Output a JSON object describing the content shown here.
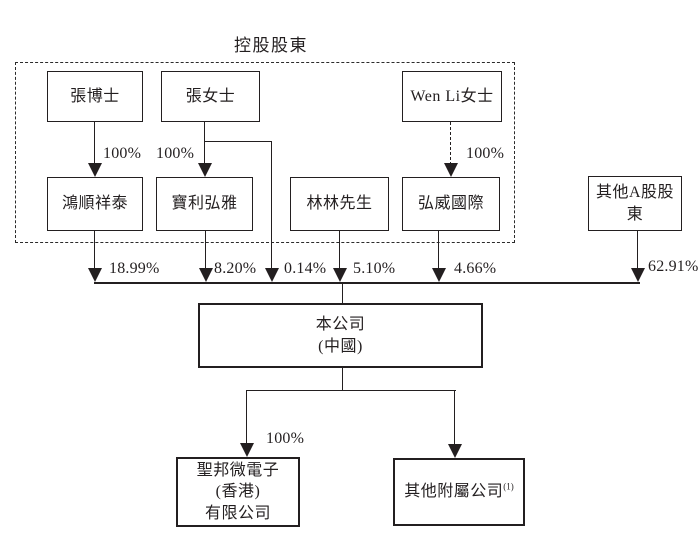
{
  "diagram": {
    "group_label": "控股股東",
    "nodes": {
      "zhang_doctor": {
        "label": "張博士"
      },
      "zhang_lady": {
        "label": "張女士"
      },
      "wen_li": {
        "label": "Wen Li女士"
      },
      "hongshun": {
        "label": "鴻順祥泰"
      },
      "baoli": {
        "label": "寶利弘雅"
      },
      "linlin": {
        "label": "林林先生"
      },
      "hongwei": {
        "label": "弘威國際"
      },
      "other_a_shareholders": {
        "label": "其他A股股東"
      },
      "company": {
        "line1": "本公司",
        "line2": "(中國)"
      },
      "sgmicro_hk": {
        "line1": "聖邦微電子",
        "line2": "(香港)",
        "line3": "有限公司"
      },
      "other_subsidiaries": {
        "label": "其他附屬公司",
        "superscript": "(1)"
      }
    },
    "edge_labels": {
      "zhang_doctor_to_hongshun": "100%",
      "zhang_lady_to_baoli": "100%",
      "wen_li_to_hongwei": "100%",
      "hongshun_to_company": "18.99%",
      "baoli_to_company": "8.20%",
      "zhang_lady_to_company": "0.14%",
      "linlin_to_company": "5.10%",
      "hongwei_to_company": "4.66%",
      "other_a_to_company": "62.91%",
      "company_to_sgmicro_hk": "100%"
    },
    "colors": {
      "line": "#231f20",
      "background": "#ffffff"
    }
  }
}
